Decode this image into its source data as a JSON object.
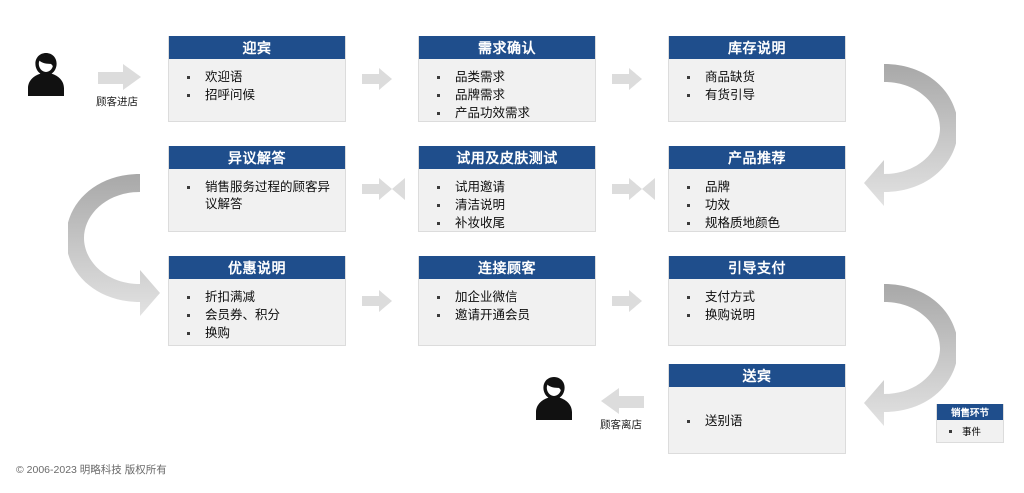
{
  "diagram": {
    "title_semantic": "retail-sales-process-flow",
    "accent_color": "#1F4E8C",
    "card_body_color": "#F1F1F1",
    "arrow_color": "#DCDCDC"
  },
  "entry": {
    "person_label": "顾客进店",
    "icon": "person-icon"
  },
  "exit": {
    "person_label": "顾客离店",
    "icon": "person-icon"
  },
  "cards": [
    {
      "id": "welcome",
      "title": "迎宾",
      "items": [
        "欢迎语",
        "招呼问候"
      ]
    },
    {
      "id": "demand-confirmation",
      "title": "需求确认",
      "items": [
        "品类需求",
        "品牌需求",
        "产品功效需求"
      ]
    },
    {
      "id": "inventory-explanation",
      "title": "库存说明",
      "items": [
        "商品缺货",
        "有货引导"
      ]
    },
    {
      "id": "objection-handling",
      "title": "异议解答",
      "items": [
        "销售服务过程的顾客异议解答"
      ]
    },
    {
      "id": "trial-skin-test",
      "title": "试用及皮肤测试",
      "items": [
        "试用邀请",
        "清洁说明",
        "补妆收尾"
      ]
    },
    {
      "id": "product-recommendation",
      "title": "产品推荐",
      "items": [
        "品牌",
        "功效",
        "规格质地颜色"
      ]
    },
    {
      "id": "promotion-explanation",
      "title": "优惠说明",
      "items": [
        "折扣满减",
        "会员券、积分",
        "换购"
      ]
    },
    {
      "id": "connect-customer",
      "title": "连接顾客",
      "items": [
        "加企业微信",
        "邀请开通会员"
      ]
    },
    {
      "id": "guide-payment",
      "title": "引导支付",
      "items": [
        "支付方式",
        "换购说明"
      ]
    },
    {
      "id": "farewell",
      "title": "送宾",
      "items": [
        "送别语"
      ]
    }
  ],
  "legend": {
    "header": "销售环节",
    "item": "事件"
  },
  "footer": {
    "copyright": "© 2006-2023 明略科技 版权所有"
  }
}
